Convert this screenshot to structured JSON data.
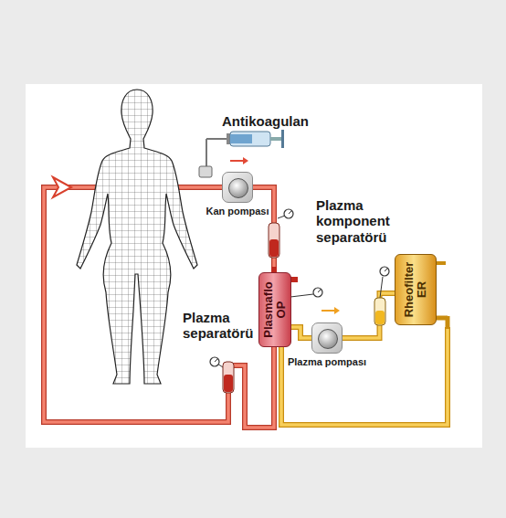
{
  "diagram": {
    "nodes": [
      {
        "text": [
          "Kan pompası"
        ]
      },
      {
        "text": [
          "Plasmaflo OP"
        ]
      },
      {
        "text": [
          "Plazma pompası"
        ]
      },
      {
        "text": [
          "Rheofilter ER"
        ]
      }
    ],
    "edges": [
      {
        "from": 0,
        "to": 1,
        "arrow": "none"
      },
      {
        "from": 1,
        "to": 2,
        "arrow": "none"
      },
      {
        "from": 2,
        "to": 3,
        "arrow": "none"
      }
    ],
    "labels": [
      "Antikoagulan",
      "Plazma komponent separatörü",
      "Plazma separatörü"
    ]
  }
}
